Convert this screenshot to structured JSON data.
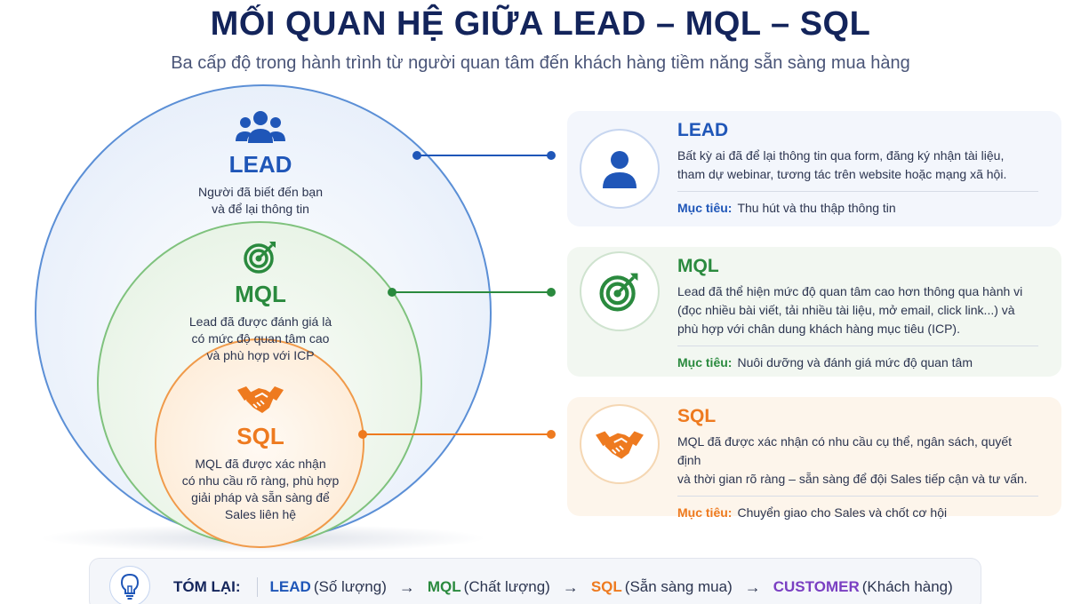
{
  "header": {
    "title": "MỐI QUAN HỆ GIỮA LEAD – MQL – SQL",
    "subtitle": "Ba cấp độ trong hành trình từ người quan tâm đến khách hàng tiềm năng sẵn sàng mua hàng"
  },
  "colors": {
    "lead": "#1f56b8",
    "mql": "#2a8a3e",
    "sql": "#ee7a1f",
    "customer": "#7a3fc2"
  },
  "circles": {
    "lead": {
      "icon": "users-icon",
      "title": "LEAD",
      "desc": [
        "Người đã biết đến bạn",
        "và để lại thông tin"
      ]
    },
    "mql": {
      "icon": "target-icon",
      "title": "MQL",
      "desc": [
        "Lead đã được đánh giá là",
        "có mức độ quan tâm cao",
        "và phù hợp với ICP"
      ]
    },
    "sql": {
      "icon": "handshake-icon",
      "title": "SQL",
      "desc": [
        "MQL đã được xác nhận",
        "có nhu cầu rõ ràng, phù hợp",
        "giải pháp và sẵn sàng để",
        "Sales liên hệ"
      ]
    }
  },
  "cards": {
    "lead": {
      "icon": "user-icon",
      "title": "LEAD",
      "desc": [
        "Bất kỳ ai đã để lại thông tin qua form, đăng ký nhận tài liệu,",
        "tham dự webinar, tương tác trên website hoặc mạng xã hội."
      ],
      "goal_label": "Mục tiêu:",
      "goal": "Thu hút và thu thập thông tin"
    },
    "mql": {
      "icon": "target-icon",
      "title": "MQL",
      "desc": [
        "Lead đã thể hiện mức độ quan tâm cao hơn thông qua hành vi",
        "(đọc nhiều bài viết, tải nhiều tài liệu, mở email, click link...) và",
        "phù hợp với chân dung khách hàng mục tiêu (ICP)."
      ],
      "goal_label": "Mục tiêu:",
      "goal": "Nuôi dưỡng và đánh giá mức độ quan tâm"
    },
    "sql": {
      "icon": "handshake-icon",
      "title": "SQL",
      "desc": [
        "MQL đã được xác nhận có nhu cầu cụ thể, ngân sách, quyết định",
        "và thời gian rõ ràng – sẵn sàng để đội Sales tiếp cận và tư vấn."
      ],
      "goal_label": "Mục tiêu:",
      "goal": "Chuyển giao cho Sales và chốt cơ hội"
    }
  },
  "summary": {
    "icon": "lightbulb-icon",
    "label": "TÓM LẠI:",
    "steps": [
      {
        "term": "LEAD",
        "note": "(Số lượng)"
      },
      {
        "term": "MQL",
        "note": "(Chất lượng)"
      },
      {
        "term": "SQL",
        "note": "(Sẵn sàng mua)"
      },
      {
        "term": "CUSTOMER",
        "note": "(Khách hàng)"
      }
    ],
    "arrow": "→"
  }
}
